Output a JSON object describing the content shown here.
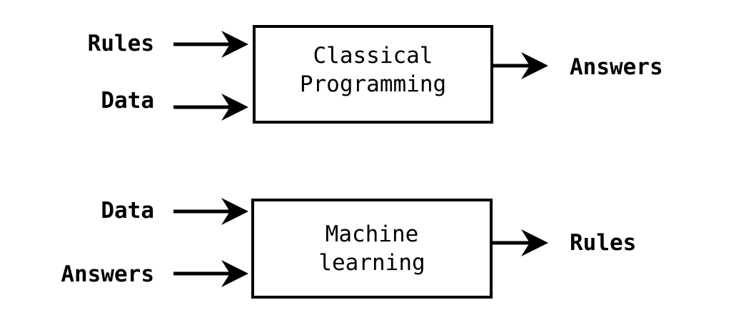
{
  "top": {
    "inputs": [
      "Rules",
      "Data"
    ],
    "box_lines": [
      "Classical",
      "Programming"
    ],
    "output": "Answers"
  },
  "bottom": {
    "inputs": [
      "Data",
      "Answers"
    ],
    "box_lines": [
      "Machine",
      "learning"
    ],
    "output": "Rules"
  }
}
